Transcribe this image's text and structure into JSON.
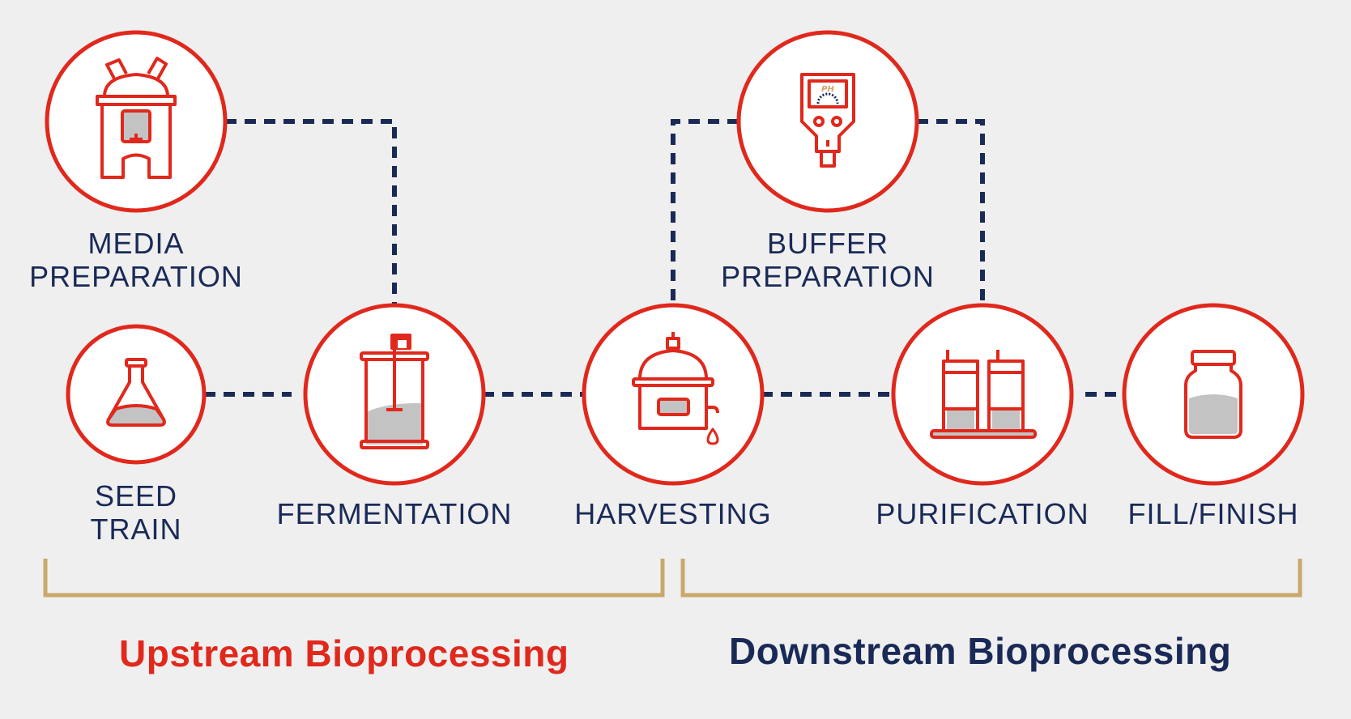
{
  "colors": {
    "background": "#efefef",
    "accent_red": "#e0281c",
    "navy": "#1a2a57",
    "gold_bracket": "#c9a86c",
    "fill_gray": "#c3c3c3"
  },
  "steps": {
    "media_preparation": {
      "line1": "MEDIA",
      "line2": "PREPARATION",
      "icon": "media-tank-icon"
    },
    "buffer_preparation": {
      "line1": "BUFFER",
      "line2": "PREPARATION",
      "icon": "ph-meter-icon"
    },
    "seed_train": {
      "line1": "SEED",
      "line2": "TRAIN",
      "icon": "flask-icon"
    },
    "fermentation": {
      "label": "FERMENTATION",
      "icon": "bioreactor-icon"
    },
    "harvesting": {
      "label": "HARVESTING",
      "icon": "harvest-vessel-icon"
    },
    "purification": {
      "label": "PURIFICATION",
      "icon": "chromatography-columns-icon"
    },
    "fill_finish": {
      "label": "FILL/FINISH",
      "icon": "vial-icon"
    }
  },
  "sections": {
    "upstream": "Upstream Bioprocessing",
    "downstream": "Downstream Bioprocessing"
  }
}
